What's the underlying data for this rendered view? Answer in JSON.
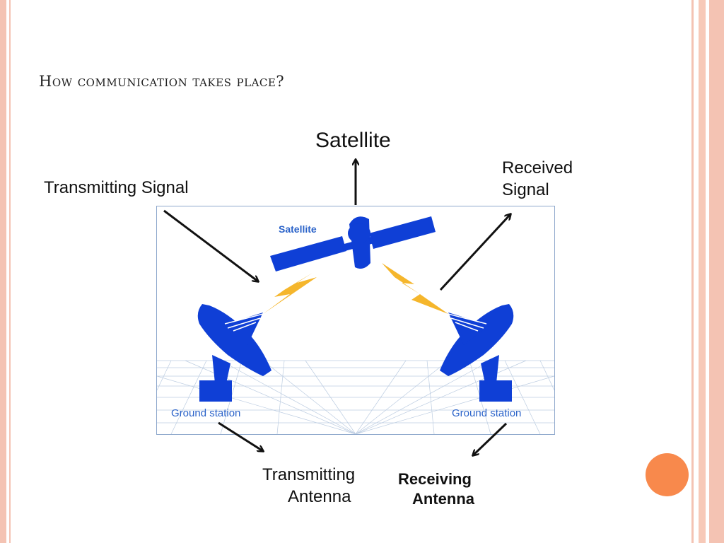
{
  "slide": {
    "title": "How communication takes place?"
  },
  "labels": {
    "satellite": "Satellite",
    "transmitting_signal": "Transmitting Signal",
    "received_signal": [
      "Received",
      "Signal"
    ],
    "transmitting_antenna": [
      "Transmitting",
      "Antenna"
    ],
    "receiving_antenna": [
      "Receiving",
      "Antenna"
    ]
  },
  "diagram": {
    "satellite_caption": "Satellite",
    "ground_station_left": "Ground station",
    "ground_station_right": "Ground station"
  },
  "colors": {
    "border": "#f4c3b3",
    "accent_dot": "#f8894c",
    "dish_blue": "#0f3fd6",
    "lightning": "#f5b62c",
    "grid": "#b5c7de"
  }
}
